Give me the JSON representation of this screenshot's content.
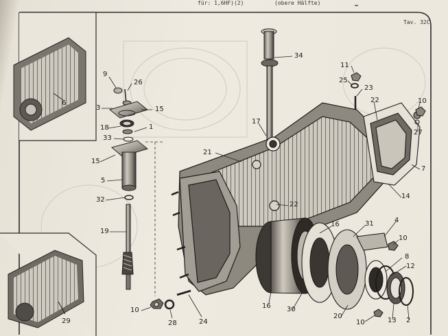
{
  "header": {
    "top_text": "für: 1,6HF)(2)",
    "top_text_right": "(obere Hälfte)",
    "plate_id": "Tav. 32C"
  },
  "callouts": [
    {
      "id": "c34",
      "text": "34"
    },
    {
      "id": "c9",
      "text": "9"
    },
    {
      "id": "c26",
      "text": "26"
    },
    {
      "id": "c3",
      "text": "3"
    },
    {
      "id": "c15a",
      "text": "15"
    },
    {
      "id": "c18",
      "text": "18"
    },
    {
      "id": "c1",
      "text": "1"
    },
    {
      "id": "c33",
      "text": "33"
    },
    {
      "id": "c15b",
      "text": "15"
    },
    {
      "id": "c5",
      "text": "5"
    },
    {
      "id": "c32",
      "text": "32"
    },
    {
      "id": "c19",
      "text": "19"
    },
    {
      "id": "c10a",
      "text": "10"
    },
    {
      "id": "c28",
      "text": "28"
    },
    {
      "id": "c24",
      "text": "24"
    },
    {
      "id": "c11",
      "text": "11"
    },
    {
      "id": "c25",
      "text": "25"
    },
    {
      "id": "c23",
      "text": "23"
    },
    {
      "id": "c10b",
      "text": "10"
    },
    {
      "id": "c27",
      "text": "27"
    },
    {
      "id": "c22a",
      "text": "22"
    },
    {
      "id": "c17",
      "text": "17"
    },
    {
      "id": "c21",
      "text": "21"
    },
    {
      "id": "c7",
      "text": "7"
    },
    {
      "id": "c14",
      "text": "14"
    },
    {
      "id": "c22b",
      "text": "22"
    },
    {
      "id": "c4",
      "text": "4"
    },
    {
      "id": "c31",
      "text": "31"
    },
    {
      "id": "c16a",
      "text": "16"
    },
    {
      "id": "c10c",
      "text": "10"
    },
    {
      "id": "c8",
      "text": "8"
    },
    {
      "id": "c12",
      "text": "12"
    },
    {
      "id": "c16b",
      "text": "16"
    },
    {
      "id": "c30",
      "text": "30"
    },
    {
      "id": "c20",
      "text": "20"
    },
    {
      "id": "c10d",
      "text": "10"
    },
    {
      "id": "c13",
      "text": "13"
    },
    {
      "id": "c2",
      "text": "2"
    },
    {
      "id": "c6",
      "text": "6"
    },
    {
      "id": "c29",
      "text": "29"
    }
  ]
}
